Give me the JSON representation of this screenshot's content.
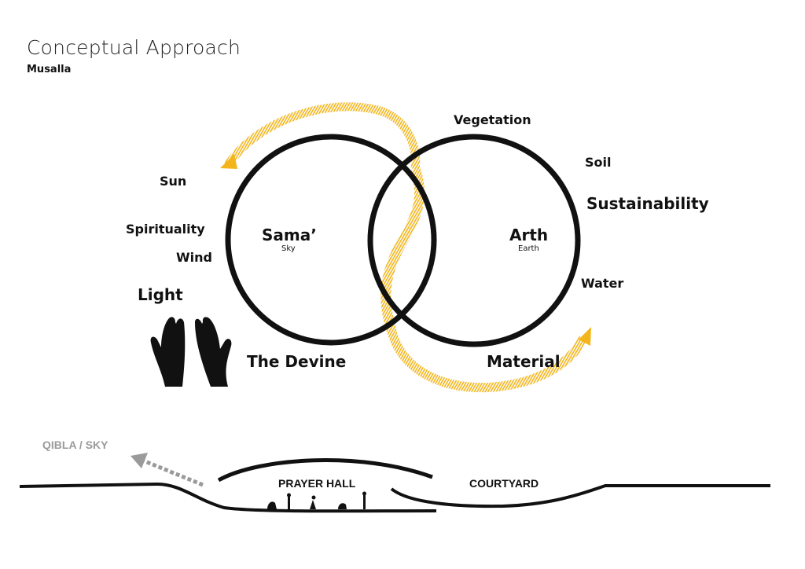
{
  "header": {
    "title": "Conceptual Approach",
    "subtitle": "Musalla"
  },
  "diagram": {
    "left_circle": {
      "label": "Sama’",
      "sublabel": "Sky"
    },
    "right_circle": {
      "label": "Arth",
      "sublabel": "Earth"
    },
    "sky_words": {
      "sun": "Sun",
      "spirituality": "Spirituality",
      "wind": "Wind",
      "light": "Light",
      "divine": "The Devine"
    },
    "earth_words": {
      "vegetation": "Vegetation",
      "soil": "Soil",
      "sustainability": "Sustainability",
      "water": "Water",
      "material": "Material"
    },
    "accent_color": "#F2B51C"
  },
  "section": {
    "qibla": "QIBLA / SKY",
    "prayer_hall": "PRAYER HALL",
    "courtyard": "COURTYARD",
    "qibla_color": "#9a9a9a"
  }
}
